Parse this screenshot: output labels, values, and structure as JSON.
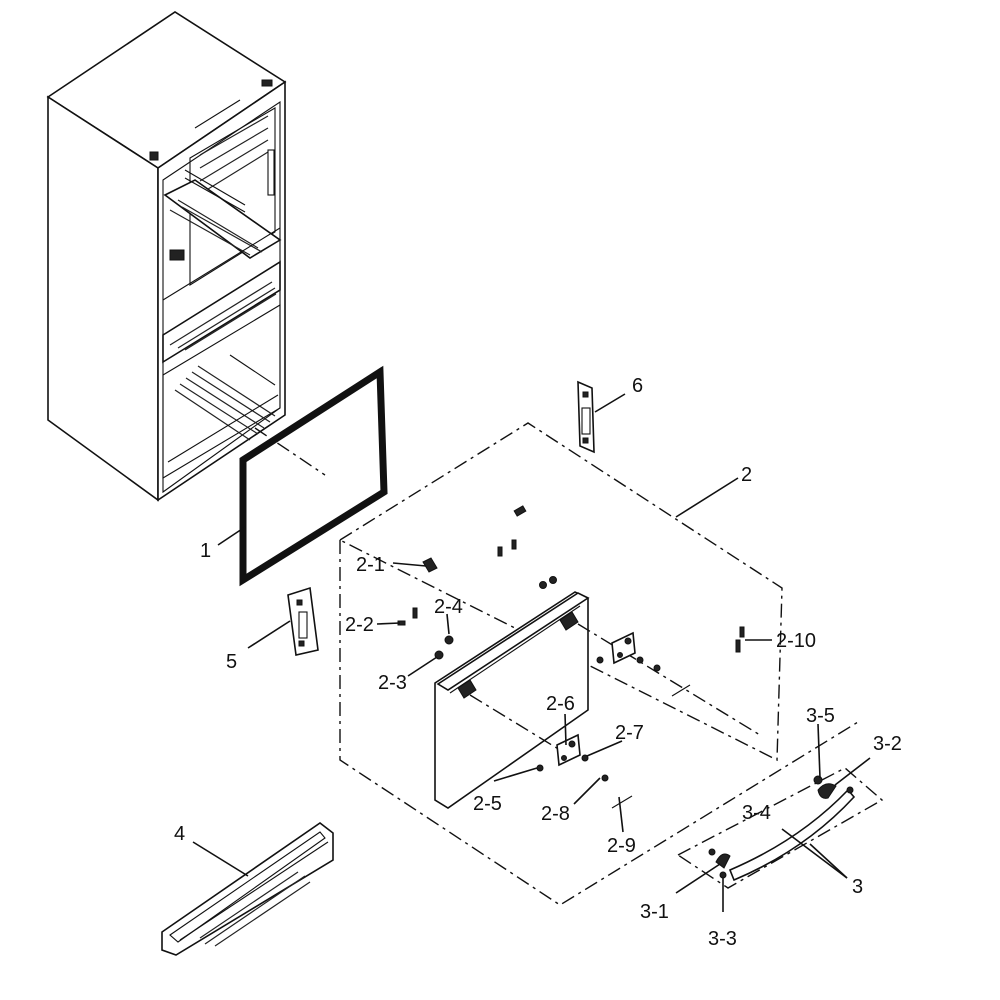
{
  "diagram": {
    "callouts": [
      {
        "id": "c-1",
        "text": "1"
      },
      {
        "id": "c-2",
        "text": "2"
      },
      {
        "id": "c-2-1",
        "text": "2-1"
      },
      {
        "id": "c-2-2",
        "text": "2-2"
      },
      {
        "id": "c-2-3",
        "text": "2-3"
      },
      {
        "id": "c-2-4",
        "text": "2-4"
      },
      {
        "id": "c-2-5",
        "text": "2-5"
      },
      {
        "id": "c-2-6",
        "text": "2-6"
      },
      {
        "id": "c-2-7",
        "text": "2-7"
      },
      {
        "id": "c-2-8",
        "text": "2-8"
      },
      {
        "id": "c-2-9",
        "text": "2-9"
      },
      {
        "id": "c-2-10",
        "text": "2-10"
      },
      {
        "id": "c-3",
        "text": "3"
      },
      {
        "id": "c-3-1",
        "text": "3-1"
      },
      {
        "id": "c-3-2",
        "text": "3-2"
      },
      {
        "id": "c-3-3",
        "text": "3-3"
      },
      {
        "id": "c-3-4",
        "text": "3-4"
      },
      {
        "id": "c-3-5",
        "text": "3-5"
      },
      {
        "id": "c-4",
        "text": "4"
      },
      {
        "id": "c-5",
        "text": "5"
      },
      {
        "id": "c-6",
        "text": "6"
      }
    ]
  }
}
